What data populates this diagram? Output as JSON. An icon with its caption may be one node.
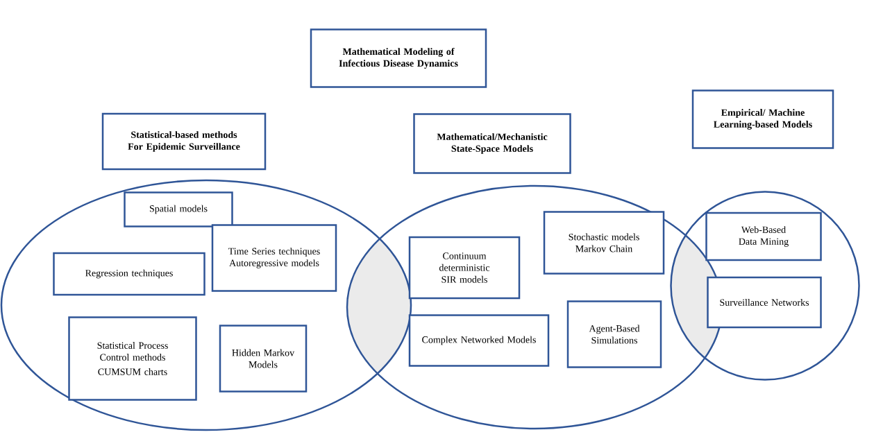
{
  "diagram": {
    "nodes": [
      {
        "text": [
          "Mathematical Modeling of Infectious Disease Dynamics"
        ]
      },
      {
        "text": [
          "Statistical-based methods For Epidemic Surveillance"
        ]
      },
      {
        "text": [
          "Mathematical/Mechanistic State-Space Models"
        ]
      },
      {
        "text": [
          "Empirical/ Machine Learning-based Models"
        ]
      },
      {
        "text": [],
        "shape": "ellipse"
      },
      {
        "text": [],
        "shape": "ellipse"
      },
      {
        "text": [],
        "shape": "circle"
      },
      {
        "text": [
          "Spatial models"
        ],
        "in": 4
      },
      {
        "text": [
          "Regression techniques"
        ],
        "in": 4
      },
      {
        "text": [
          "Time Series techniques Autoregressive models"
        ],
        "in": 4
      },
      {
        "text": [
          "Statistical Process Control methods",
          "CUMSUM charts"
        ],
        "in": 4
      },
      {
        "text": [
          "Hidden Markov Models"
        ],
        "in": 4
      },
      {
        "text": [
          "Continuum deterministic SIR models"
        ],
        "in": 5
      },
      {
        "text": [
          "Stochastic models Markov Chain"
        ],
        "in": 5
      },
      {
        "text": [
          "Complex Networked Models"
        ],
        "in": 5
      },
      {
        "text": [
          "Agent-Based Simulations"
        ],
        "in": 5
      },
      {
        "text": [
          "Web-Based Data Mining"
        ],
        "in": 6
      },
      {
        "text": [
          "Surveillance Networks"
        ],
        "in": 6
      }
    ]
  }
}
